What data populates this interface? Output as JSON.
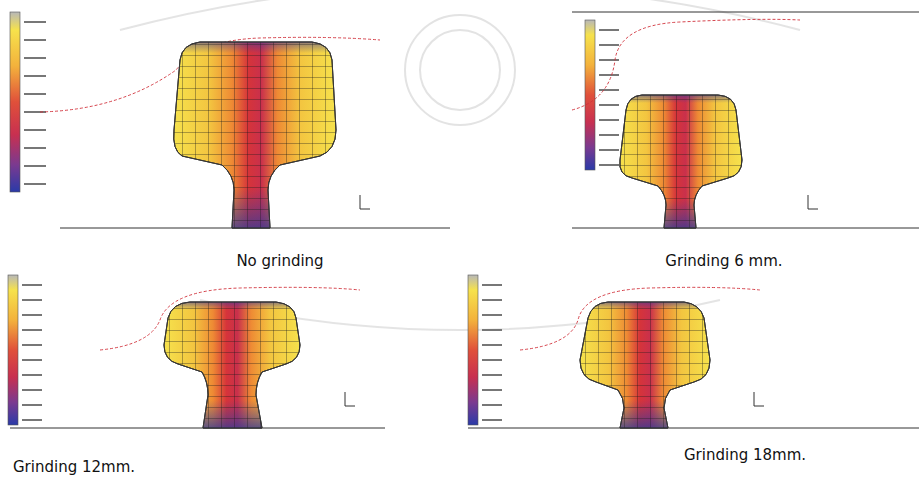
{
  "diagram": {
    "labels": [
      "No grinding",
      "Grinding 6 mm.",
      "Grinding 12mm.",
      "Grinding 18mm."
    ]
  }
}
